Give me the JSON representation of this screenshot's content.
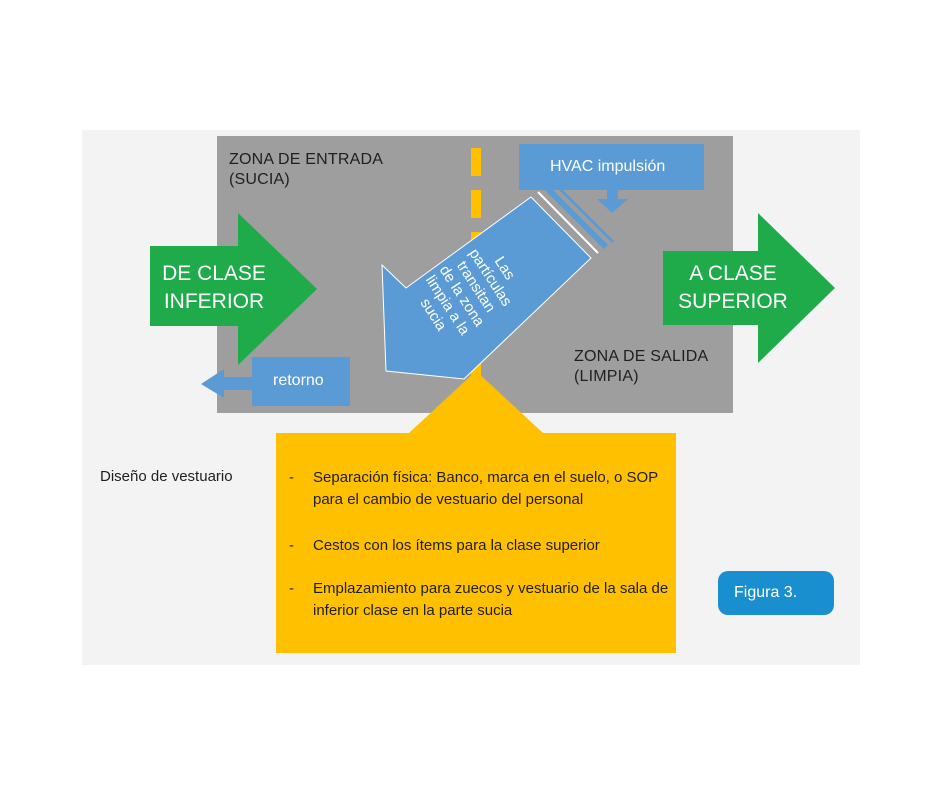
{
  "colors": {
    "room_gray": "#9e9e9e",
    "flow_green": "#1fab4a",
    "air_blue": "#5b9bd5",
    "divider_yellow": "#ffc000",
    "badge_blue": "#1a8fd0"
  },
  "diagram": {
    "zone_entry": "ZONA  DE ENTRADA\n(SUCIA)",
    "zone_exit": "ZONA  DE SALIDA\n(LIMPIA)",
    "left_arrow": "DE CLASE\nINFERIOR",
    "right_arrow": "A CLASE\nSUPERIOR",
    "hvac_supply": "HVAC impulsión",
    "return": "retorno",
    "particles": "Las\npartículas\ntransitan\nde la zona\nlimpia a la\nsucia"
  },
  "design": {
    "label": "Diseño de vestuario",
    "bullets": [
      "Separación física: Banco, marca en el suelo, o SOP para el cambio de vestuario del personal",
      "Cestos con los ítems para la clase superior",
      "Emplazamiento para zuecos y vestuario de la sala de inferior clase en la parte sucia"
    ]
  },
  "figure_badge": "Figura 3."
}
